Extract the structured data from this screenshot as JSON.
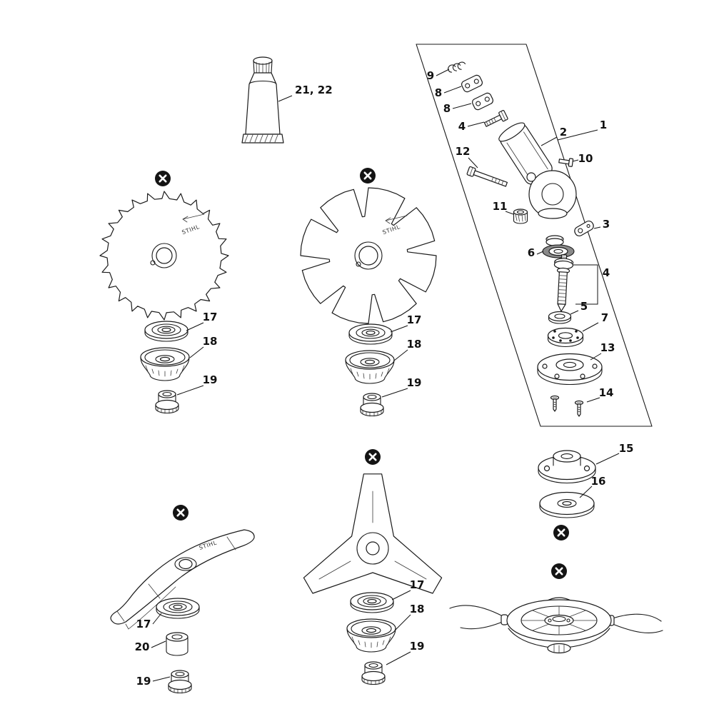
{
  "page": {
    "background": "#ffffff",
    "ink": "#1a1a1a",
    "marker_fill": "#141414"
  },
  "brand": "STIHL",
  "icons": {
    "x_marker": "✕"
  },
  "callouts": {
    "tube": "21, 22",
    "box_frame": "1",
    "housing": "2",
    "clip": "3",
    "bolt_top": "4",
    "shaft": "4",
    "washer_small": "5",
    "pinion_bearing": "6",
    "ball_bearing": "7",
    "clamp_shell_a": "8",
    "clamp_shell_b": "8",
    "spring": "9",
    "set_screw": "10",
    "nut_small": "11",
    "bolt_long": "12",
    "rotor_plate": "13",
    "plate_screws": "14",
    "thrust_plate": "15",
    "cover_disc": "16",
    "saw": {
      "washer": "17",
      "cup": "18",
      "nut": "19"
    },
    "grass": {
      "washer": "17",
      "cup": "18",
      "nut": "19"
    },
    "shredder": {
      "washer": "17",
      "spacer": "20",
      "nut": "19"
    },
    "knife": {
      "washer": "17",
      "cup": "18",
      "nut": "19"
    }
  }
}
